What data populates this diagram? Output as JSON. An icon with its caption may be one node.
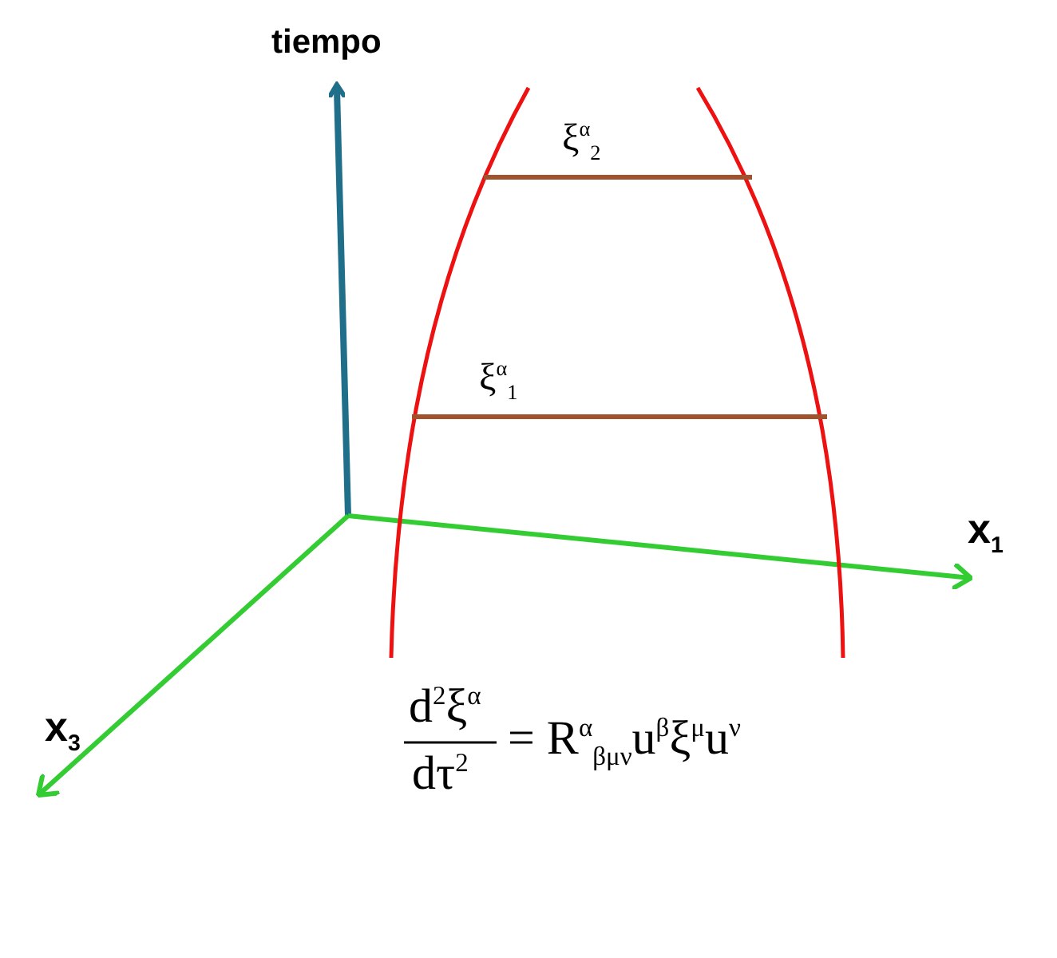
{
  "diagram": {
    "labels": [
      "tiempo",
      "x$_{1}$",
      "ξ$^{α}$$_{2}$",
      "ξ$^{α}$$_{1}$",
      "x$_{3}$",
      "d$^{2}$ξ$^{α}$",
      "dτ$^{2}$",
      "= R$^{α}$$_{βμν}$u$^{β}$ξ$^{μ}$u$^{ν}$"
    ]
  }
}
